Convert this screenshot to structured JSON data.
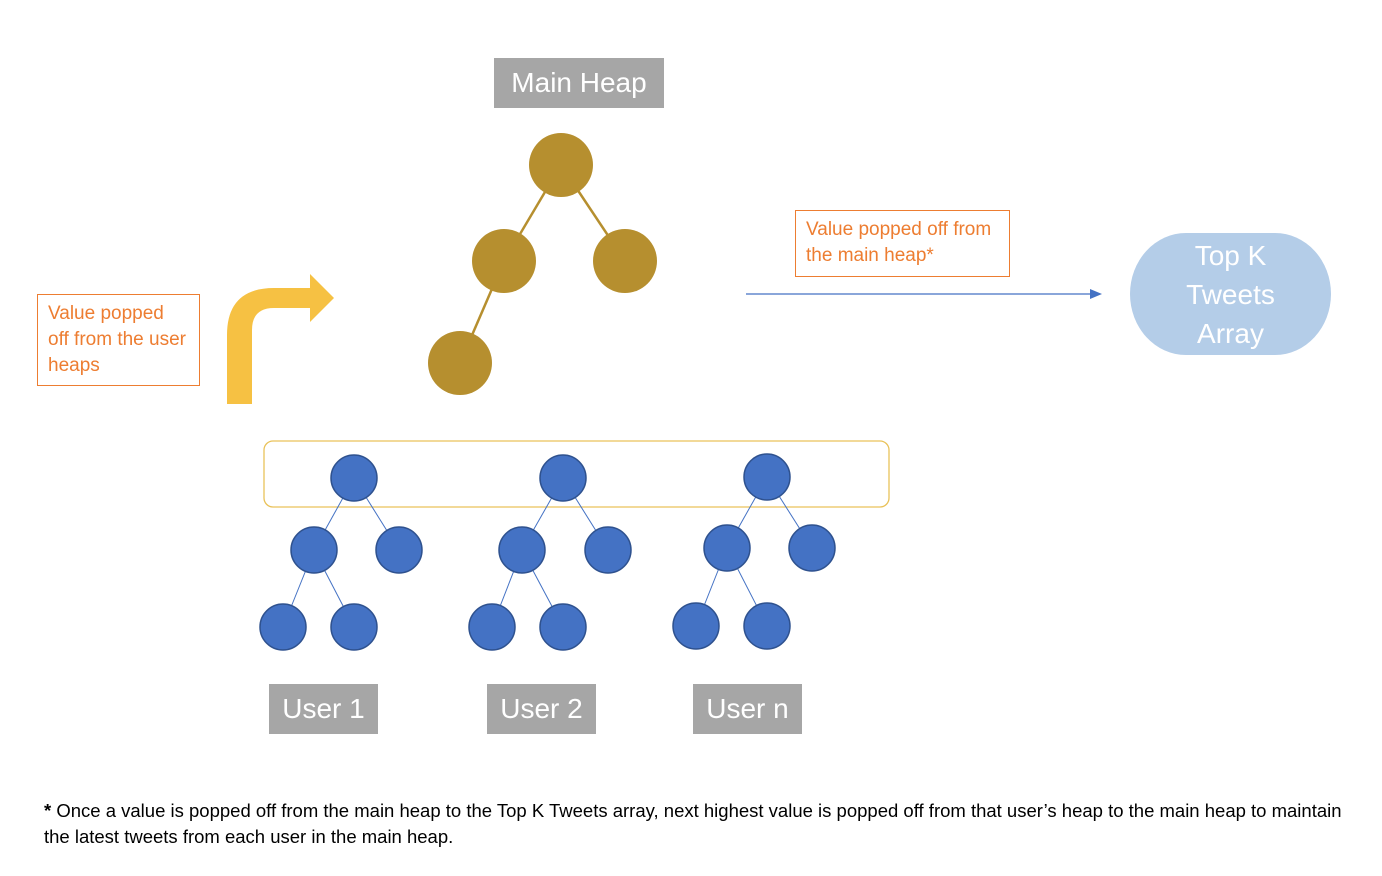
{
  "main_heap": {
    "title": "Main Heap"
  },
  "notes": {
    "user_pop": "Value popped off from the user heaps",
    "main_pop": "Value popped off from the main heap*"
  },
  "topk": {
    "line1": "Top K",
    "line2": "Tweets",
    "line3": "Array"
  },
  "users": [
    {
      "label": "User 1"
    },
    {
      "label": "User 2"
    },
    {
      "label": "User n"
    }
  ],
  "footnote": {
    "marker": "*",
    "text": "Once a value is popped off from the main heap to the Top K Tweets array, next highest value is popped off from that user’s heap to the main heap to maintain the latest tweets from each user in the main heap."
  },
  "colors": {
    "main_node": "#b68f2f",
    "user_node": "#4472c4",
    "user_node_stroke": "#2f528f",
    "arrow_yellow": "#f6c143",
    "note_text": "#ed7d31",
    "topk_fill": "#b4cde8",
    "label_bg": "#a6a6a6",
    "highlight_border": "#e9c25a"
  }
}
